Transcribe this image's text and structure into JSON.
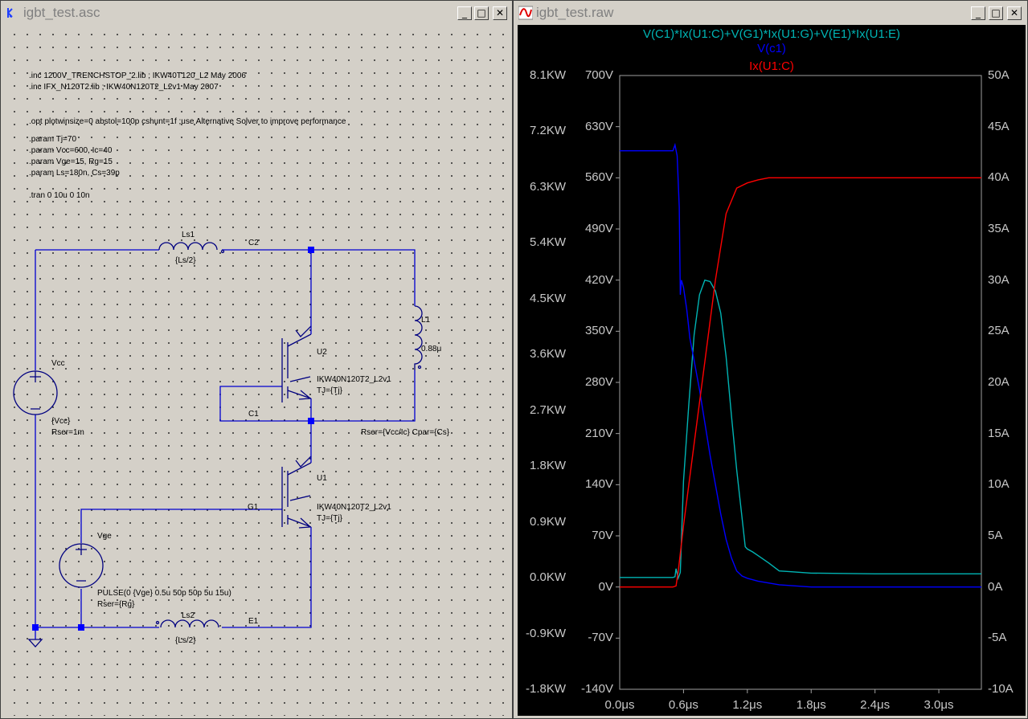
{
  "schematic_window": {
    "title": "igbt_test.asc",
    "directives": [
      ".inc 1200V_TRENCHSTOP_2.lib ; IKW40T120_L2 May 2006",
      ".inc IFX_N120T2.lib ; IKW40N120T2_L2v1 May 2007",
      ".opt plotwinsize=0 abstol=100p cshunt=1f ;use Alternative Solver to improve performance",
      ".param Tj=70",
      ".param Vcc=600, Ic=40",
      ".param Vge=15, Rg=15",
      ".param Ls=180n, Cs=39p",
      ".tran 0 10u 0 10n"
    ],
    "components": {
      "ls1_name": "Ls1",
      "ls1_value": "{Ls/2}",
      "ls2_name": "Ls2",
      "ls2_value": "{Ls/2}",
      "l1_name": "L1",
      "l1_value": "0.88μ",
      "vcc_name": "Vcc",
      "vcc_value": "{Vcc}",
      "vcc_rser": "Rser=1m",
      "vge_name": "Vge",
      "vge_value": "PULSE(0 {Vge} 0.5u 50p 50p 5u 15u)",
      "vge_rser": "Rser={Rg}",
      "u2_name": "U2",
      "u2_model": "IKW40N120T2_L2v1",
      "u2_tj": "TJ={Tj}",
      "u1_name": "U1",
      "u1_model": "IKW40N120T2_L2v1",
      "u1_tj": "TJ={Tj}",
      "l1_attr": "Rser={Vcc/Ic} Cpar={Cs}",
      "net_c2": "C2",
      "net_c1": "C1",
      "net_g1": "G1",
      "net_e1": "E1"
    }
  },
  "waveform_window": {
    "title": "igbt_test.raw",
    "colors": {
      "power": "#00b4b4",
      "voltage": "#0000ff",
      "current": "#ff0000"
    }
  },
  "chart_data": {
    "type": "line",
    "traces": [
      "V(C1)*Ix(U1:C)+V(G1)*Ix(U1:G)+V(E1)*Ix(U1:E)",
      "V(c1)",
      "Ix(U1:C)"
    ],
    "x_ticks": [
      "0.0μs",
      "0.6μs",
      "1.2μs",
      "1.8μs",
      "2.4μs",
      "3.0μs"
    ],
    "xlim": [
      0,
      3.4
    ],
    "y_power_ticks": [
      "8.1KW",
      "7.2KW",
      "6.3KW",
      "5.4KW",
      "4.5KW",
      "3.6KW",
      "2.7KW",
      "1.8KW",
      "0.9KW",
      "0.0KW",
      "-0.9KW",
      "-1.8KW"
    ],
    "y_voltage_ticks": [
      "700V",
      "630V",
      "560V",
      "490V",
      "420V",
      "350V",
      "280V",
      "210V",
      "140V",
      "70V",
      "0V",
      "-70V",
      "-140V"
    ],
    "y_current_ticks": [
      "50A",
      "45A",
      "40A",
      "35A",
      "30A",
      "25A",
      "20A",
      "15A",
      "10A",
      "5A",
      "0A",
      "-5A",
      "-10A"
    ],
    "ylim_voltage": [
      -140,
      700
    ],
    "ylim_current": [
      -10,
      50
    ],
    "series": [
      {
        "name": "V(C1)*Ix(U1:C)+V(G1)*Ix(U1:G)+V(E1)*Ix(U1:E)",
        "axis": "voltage",
        "x": [
          0.0,
          0.5,
          0.52,
          0.53,
          0.55,
          0.57,
          0.6,
          0.65,
          0.7,
          0.75,
          0.8,
          0.85,
          0.9,
          0.95,
          1.0,
          1.05,
          1.1,
          1.15,
          1.18,
          1.2,
          1.25,
          1.3,
          1.4,
          1.5,
          1.6,
          1.8,
          2.4,
          3.0,
          3.4
        ],
        "y": [
          13,
          13,
          14,
          25,
          12,
          20,
          145,
          250,
          345,
          400,
          420,
          418,
          405,
          375,
          315,
          235,
          160,
          95,
          55,
          52,
          48,
          43,
          33,
          22,
          21,
          19,
          18,
          18,
          18
        ]
      },
      {
        "name": "V(c1)",
        "axis": "voltage",
        "x": [
          0.0,
          0.5,
          0.52,
          0.54,
          0.56,
          0.57,
          0.58,
          0.6,
          0.63,
          0.66,
          0.7,
          0.75,
          0.8,
          0.85,
          0.9,
          0.95,
          1.0,
          1.05,
          1.1,
          1.15,
          1.2,
          1.3,
          1.5,
          1.8,
          3.4
        ],
        "y": [
          597,
          597,
          605,
          590,
          520,
          400,
          420,
          410,
          380,
          340,
          310,
          270,
          225,
          180,
          140,
          100,
          65,
          40,
          22,
          15,
          12,
          8,
          3,
          0,
          0
        ]
      },
      {
        "name": "Ix(U1:C)",
        "axis": "current",
        "x": [
          0.0,
          0.5,
          0.53,
          0.55,
          0.6,
          0.7,
          0.8,
          0.9,
          1.0,
          1.1,
          1.2,
          1.3,
          1.4,
          1.5,
          1.6,
          1.8,
          2.4,
          3.4
        ],
        "y": [
          0,
          0,
          0.1,
          1.5,
          6,
          14,
          22,
          30,
          36.5,
          39,
          39.5,
          39.8,
          40,
          40,
          40,
          40,
          40,
          40
        ]
      }
    ]
  }
}
